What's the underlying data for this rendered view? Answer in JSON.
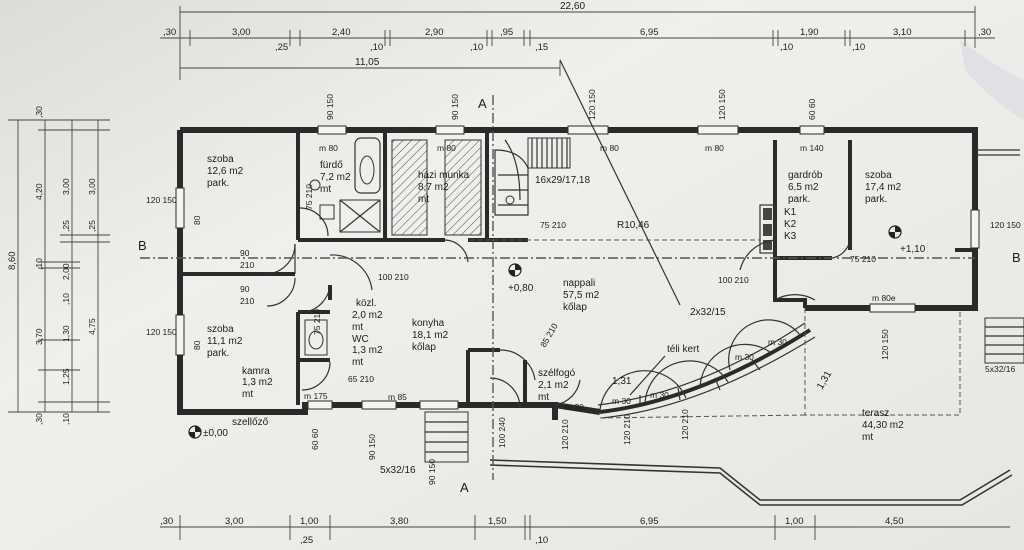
{
  "dimensions_top": {
    "total": "22,60",
    "segments": [
      ",30",
      "3,00",
      ",25",
      "2,40",
      ",10",
      "2,90",
      ",10",
      ",95",
      ",15",
      "6,95",
      ",10",
      "1,90",
      ",10",
      "3,10",
      ",30"
    ],
    "sub": "11,05"
  },
  "dimensions_bottom": {
    "segments": [
      ",30",
      "3,00",
      "1,00",
      ",25",
      "3,80",
      "1,50",
      ",10",
      "6,95",
      "1,00",
      "4,50"
    ]
  },
  "dimensions_left": {
    "total": "8,60",
    "segments": [
      ",30",
      "4,20",
      "3,00",
      "3,00",
      ",25",
      ",10",
      ",25",
      "2,00",
      ",10",
      "3,70",
      "1,30",
      "4,75",
      "1,25",
      ",30",
      ",10"
    ]
  },
  "section_markers": {
    "a_top": "A",
    "a_bottom": "A",
    "b_left": "B",
    "b_right": "B"
  },
  "rooms": [
    {
      "name": "szoba",
      "area": "12,6 m2",
      "floor": "park."
    },
    {
      "name": "fürdő",
      "area": "7,2 m2",
      "floor": "mt"
    },
    {
      "name": "házi munka",
      "area": "8,7 m2",
      "floor": "mt"
    },
    {
      "name": "szoba",
      "area": "11,1 m2",
      "floor": "park."
    },
    {
      "name": "kamra",
      "area": "1,3 m2",
      "floor": "mt"
    },
    {
      "name": "közl.",
      "area": "2,0 m2",
      "floor": "mt"
    },
    {
      "name": "WC",
      "area": "1,3 m2",
      "floor": "mt"
    },
    {
      "name": "konyha",
      "area": "18,1 m2",
      "floor": "kőlap"
    },
    {
      "name": "nappali",
      "area": "57,5 m2",
      "floor": "kőlap"
    },
    {
      "name": "szélfogó",
      "area": "2,1 m2",
      "floor": "mt"
    },
    {
      "name": "gardrób",
      "area": "6,5 m2",
      "floor": "park."
    },
    {
      "name": "szoba",
      "area": "17,4 m2",
      "floor": "park."
    },
    {
      "name": "terasz",
      "area": "44,30 m2",
      "floor": "mt"
    }
  ],
  "labels": {
    "teli_kert": "téli kert",
    "szellozo": "szellőző",
    "stair_top": "16x29/17,18",
    "stair_bottom": "5x32/16",
    "stair_right": "5x32/16",
    "radius": "R10,46",
    "winter_steps": "2x32/15",
    "k1": "K1",
    "k2": "K2",
    "k3": "K3",
    "level_main": "+0,80",
    "level_ground": "±0,00",
    "level_bedroom": "+1,10",
    "arc_dim": "1,31"
  },
  "windows": [
    "m 80",
    "m 80",
    "m 80",
    "m 80",
    "m 140",
    "m 80e",
    "m 85",
    "m 175",
    "m 30"
  ],
  "openings": [
    "90 150",
    "120 150",
    "60 60",
    "120 150",
    "120 150",
    "90",
    "210",
    "100 210",
    "65 210",
    "75 210",
    "85 210",
    "100 240",
    "120 210",
    "120 150",
    "90 150",
    "60 60",
    "75 210",
    "80"
  ]
}
